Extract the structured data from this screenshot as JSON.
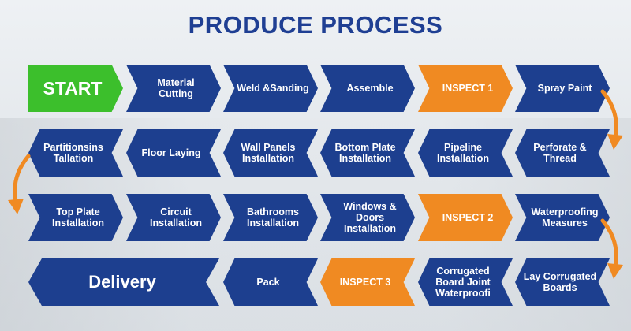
{
  "title": "PRODUCE PROCESS",
  "colors": {
    "blue": "#1d3f8f",
    "orange": "#f08a22",
    "green": "#3cbf2c",
    "title": "#1f3f93"
  },
  "row1": [
    "START",
    "Material Cutting",
    "Weld &Sanding",
    "Assemble",
    "INSPECT 1",
    "Spray Paint"
  ],
  "row2": [
    "Partitionsins Tallation",
    "Floor Laying",
    "Wall Panels Installation",
    "Bottom Plate Installation",
    "Pipeline Installation",
    "Perforate & Thread"
  ],
  "row3": [
    "Top Plate Installation",
    "Circuit Installation",
    "Bathrooms Installation",
    "Windows & Doors Installation",
    "INSPECT 2",
    "Waterproofing Measures"
  ],
  "row4": [
    "Delivery",
    "Pack",
    "INSPECT 3",
    "Corrugated Board Joint Waterproofi",
    "Lay Corrugated Boards"
  ]
}
